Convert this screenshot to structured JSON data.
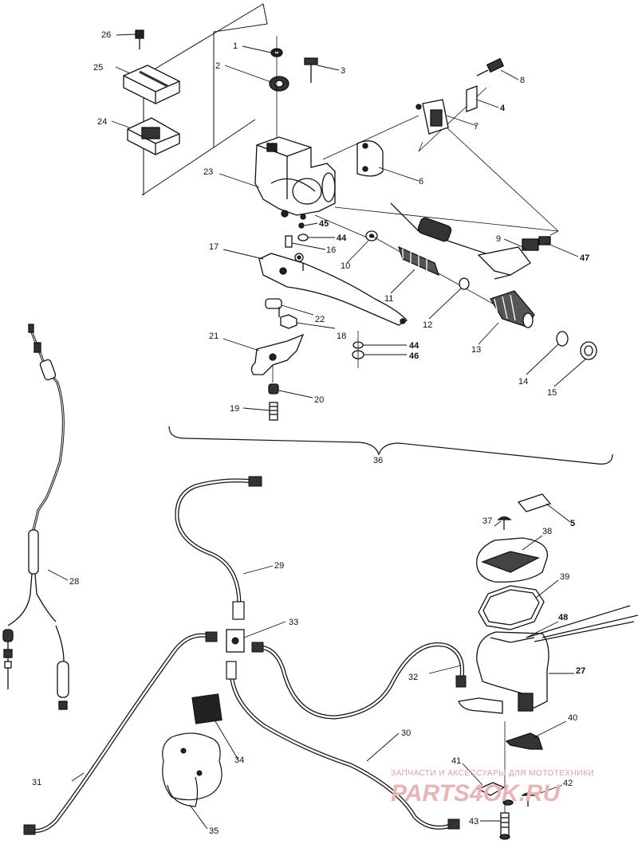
{
  "labels": [
    {
      "id": "p1",
      "text": "1"
    },
    {
      "id": "p2",
      "text": "2"
    },
    {
      "id": "p3",
      "text": "3"
    },
    {
      "id": "p4",
      "text": "4"
    },
    {
      "id": "p5",
      "text": "5"
    },
    {
      "id": "p6",
      "text": "6"
    },
    {
      "id": "p7",
      "text": "7"
    },
    {
      "id": "p8",
      "text": "8"
    },
    {
      "id": "p9",
      "text": "9"
    },
    {
      "id": "p10",
      "text": "10"
    },
    {
      "id": "p11",
      "text": "11"
    },
    {
      "id": "p12",
      "text": "12"
    },
    {
      "id": "p13",
      "text": "13"
    },
    {
      "id": "p14",
      "text": "14"
    },
    {
      "id": "p15",
      "text": "15"
    },
    {
      "id": "p16",
      "text": "16"
    },
    {
      "id": "p17",
      "text": "17"
    },
    {
      "id": "p18",
      "text": "18"
    },
    {
      "id": "p19",
      "text": "19"
    },
    {
      "id": "p20",
      "text": "20"
    },
    {
      "id": "p21",
      "text": "21"
    },
    {
      "id": "p22",
      "text": "22"
    },
    {
      "id": "p23",
      "text": "23"
    },
    {
      "id": "p24",
      "text": "24"
    },
    {
      "id": "p25",
      "text": "25"
    },
    {
      "id": "p26",
      "text": "26"
    },
    {
      "id": "p27",
      "text": "27"
    },
    {
      "id": "p28",
      "text": "28"
    },
    {
      "id": "p29",
      "text": "29"
    },
    {
      "id": "p30",
      "text": "30"
    },
    {
      "id": "p31",
      "text": "31"
    },
    {
      "id": "p32",
      "text": "32"
    },
    {
      "id": "p33",
      "text": "33"
    },
    {
      "id": "p34",
      "text": "34"
    },
    {
      "id": "p35",
      "text": "35"
    },
    {
      "id": "p36",
      "text": "36"
    },
    {
      "id": "p37",
      "text": "37"
    },
    {
      "id": "p38",
      "text": "38"
    },
    {
      "id": "p39",
      "text": "39"
    },
    {
      "id": "p40",
      "text": "40"
    },
    {
      "id": "p41",
      "text": "41"
    },
    {
      "id": "p42",
      "text": "42"
    },
    {
      "id": "p43",
      "text": "43"
    },
    {
      "id": "p44a",
      "text": "44"
    },
    {
      "id": "p44b",
      "text": "44"
    },
    {
      "id": "p45",
      "text": "45"
    },
    {
      "id": "p46",
      "text": "46"
    },
    {
      "id": "p47",
      "text": "47"
    },
    {
      "id": "p48",
      "text": "48"
    }
  ],
  "watermark": {
    "line1": "ЗАПЧАСТИ И АКСЕССУАРЫ ДЛЯ МОТОТЕХНИКИ",
    "line2": "PARTS4OK.RU"
  }
}
